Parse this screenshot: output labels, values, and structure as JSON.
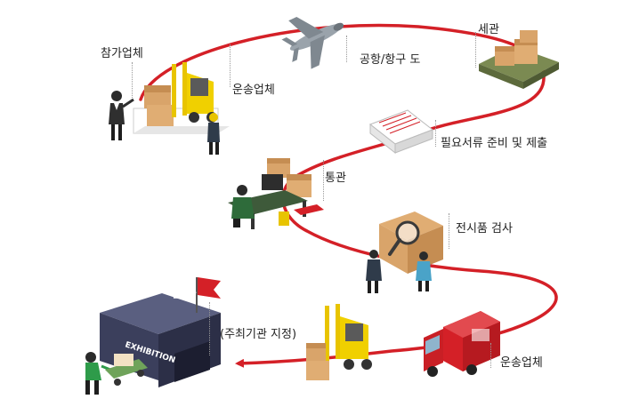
{
  "steps": {
    "participant": "참가업체",
    "transport_1": "운송업체",
    "airport_port": "공항/항구 도",
    "customs_1": "세관",
    "documents": "필요서류 준비 및 제출",
    "customs_2": "통관",
    "inspection": "전시품 검사",
    "transport_2": "운송업체",
    "designated": "(주최기관 지정)"
  },
  "venue": {
    "flag": "전시장",
    "sign": "EXHIBITION"
  },
  "colors": {
    "route": "#d42027",
    "flag": "#d42027",
    "building": "#3b3f5c",
    "box": "#d9a46a",
    "forklift": "#e8c400",
    "truck": "#d42027",
    "pallet": "#6f7a4a"
  }
}
